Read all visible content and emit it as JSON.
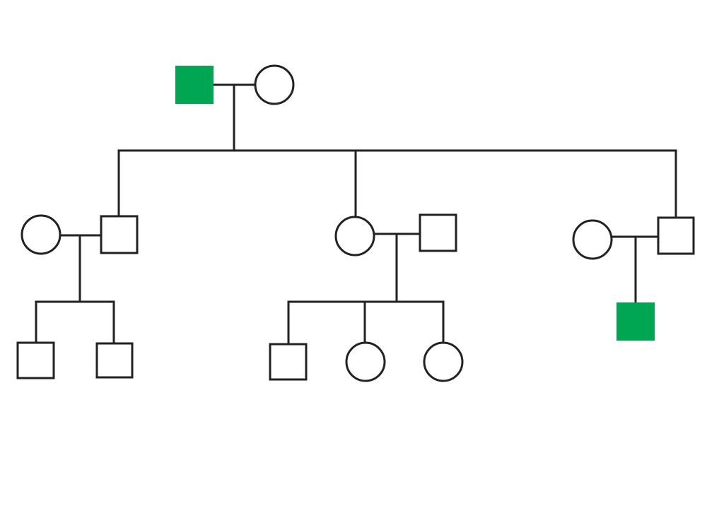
{
  "colors": {
    "affected_fill": "#00a651",
    "unaffected_fill": "#ffffff",
    "line": "#222222"
  },
  "pedigree": {
    "generations": [
      {
        "members": [
          {
            "id": "g1-father",
            "sex": "male",
            "affected": true
          },
          {
            "id": "g1-mother",
            "sex": "female",
            "affected": false
          }
        ]
      },
      {
        "members": [
          {
            "id": "g2-spouse-1",
            "sex": "female",
            "affected": false
          },
          {
            "id": "g2-son-1",
            "sex": "male",
            "affected": false
          },
          {
            "id": "g2-daughter",
            "sex": "female",
            "affected": false
          },
          {
            "id": "g2-spouse-2",
            "sex": "male",
            "affected": false
          },
          {
            "id": "g2-spouse-3",
            "sex": "female",
            "affected": false
          },
          {
            "id": "g2-son-2",
            "sex": "male",
            "affected": false
          }
        ]
      },
      {
        "members": [
          {
            "id": "g3-child-1",
            "sex": "male",
            "affected": false
          },
          {
            "id": "g3-child-2",
            "sex": "male",
            "affected": false
          },
          {
            "id": "g3-child-3",
            "sex": "male",
            "affected": false
          },
          {
            "id": "g3-child-4",
            "sex": "female",
            "affected": false
          },
          {
            "id": "g3-child-5",
            "sex": "female",
            "affected": false
          },
          {
            "id": "g3-child-6",
            "sex": "male",
            "affected": true
          }
        ]
      }
    ]
  }
}
